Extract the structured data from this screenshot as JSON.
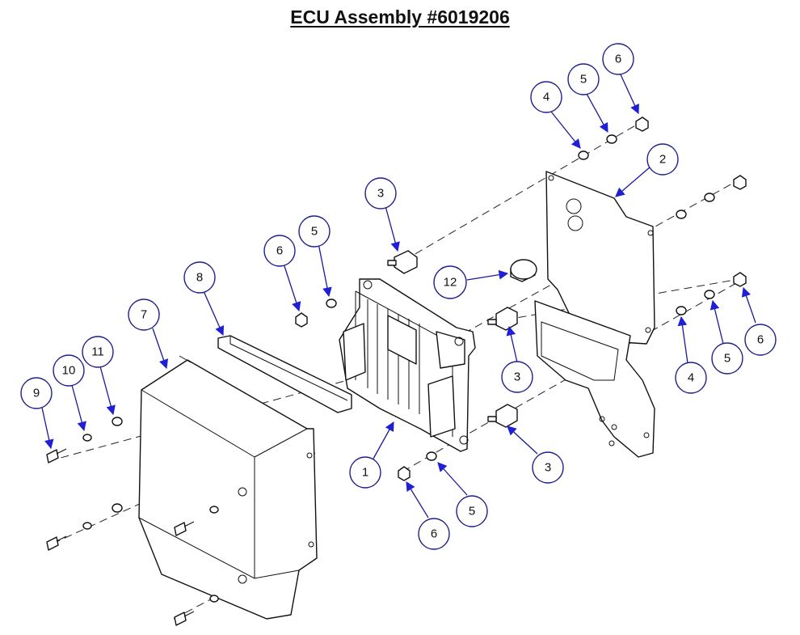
{
  "title": "ECU Assembly #6019206",
  "callouts": [
    {
      "id": "c6a",
      "label": "6"
    },
    {
      "id": "c5a",
      "label": "5"
    },
    {
      "id": "c4a",
      "label": "4"
    },
    {
      "id": "c2",
      "label": "2"
    },
    {
      "id": "c3a",
      "label": "3"
    },
    {
      "id": "c12",
      "label": "12"
    },
    {
      "id": "c6b",
      "label": "6"
    },
    {
      "id": "c5b",
      "label": "5"
    },
    {
      "id": "c8",
      "label": "8"
    },
    {
      "id": "c7",
      "label": "7"
    },
    {
      "id": "c11",
      "label": "11"
    },
    {
      "id": "c10",
      "label": "10"
    },
    {
      "id": "c9",
      "label": "9"
    },
    {
      "id": "c3b",
      "label": "3"
    },
    {
      "id": "c1",
      "label": "1"
    },
    {
      "id": "c3c",
      "label": "3"
    },
    {
      "id": "c5c",
      "label": "5"
    },
    {
      "id": "c6c",
      "label": "6"
    },
    {
      "id": "c4b",
      "label": "4"
    },
    {
      "id": "c5d",
      "label": "5"
    },
    {
      "id": "c6d",
      "label": "6"
    }
  ],
  "colors": {
    "leader": "#1a1a99",
    "arrow": "#1f1fd6",
    "bubble_stroke": "#1e1e8c"
  }
}
